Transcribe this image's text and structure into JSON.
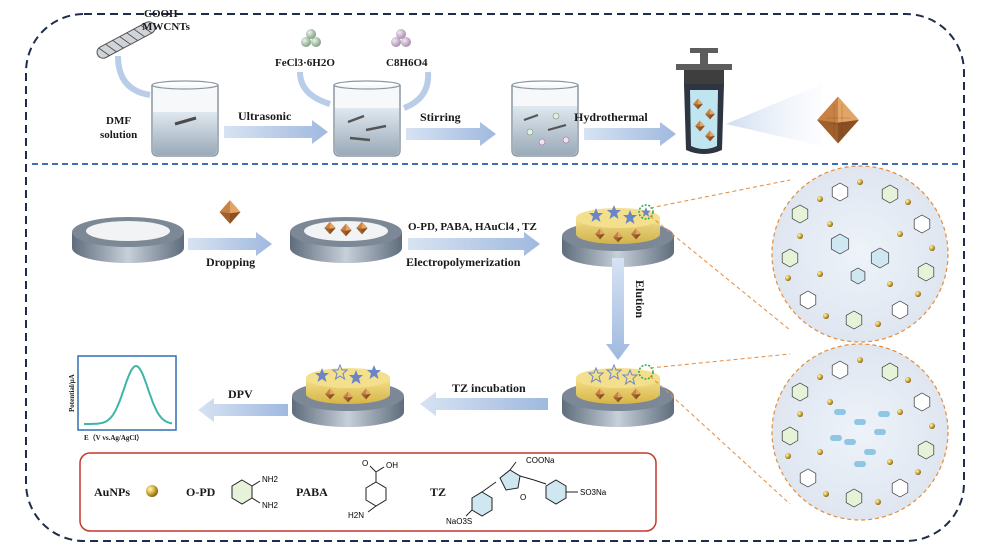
{
  "top": {
    "cnt_label_1": "COOH-",
    "cnt_label_2": "MWCNTs",
    "dmf_label_1": "DMF",
    "dmf_label_2": "solution",
    "fecl3_label": "FeCl3·6H2O",
    "bdc_label": "C8H6O4",
    "step1": "Ultrasonic",
    "step2": "Stirring",
    "step3": "Hydrothermal"
  },
  "bottom": {
    "step_dropping": "Dropping",
    "step_reagents": "O-PD,  PABA, HAuCl4 , TZ",
    "step_electro": "Electropolymerization",
    "step_elution": "Elution",
    "step_tz_incubation": "TZ incubation",
    "step_dpv": "DPV"
  },
  "plot": {
    "ylabel": "Potential/μA",
    "xlabel": "E（V vs.Ag/AgCl）"
  },
  "legend": {
    "aunps": "AuNPs",
    "opd": "O-PD",
    "paba": "PABA",
    "tz": "TZ",
    "nh2": "NH2",
    "h2n": "H2N",
    "oh": "OH",
    "o": "O",
    "coona": "COONa",
    "so3na": "SO3Na",
    "naso3s": "NaO3S"
  },
  "colors": {
    "dash_border": "#1f2d4d",
    "divider": "#3d6fb8",
    "arrow": "#b9cde9",
    "legend_border": "#c0392b",
    "mof": "#b87333",
    "gold_film": "#e8cf6e",
    "plot_line": "#3fb5a8"
  }
}
